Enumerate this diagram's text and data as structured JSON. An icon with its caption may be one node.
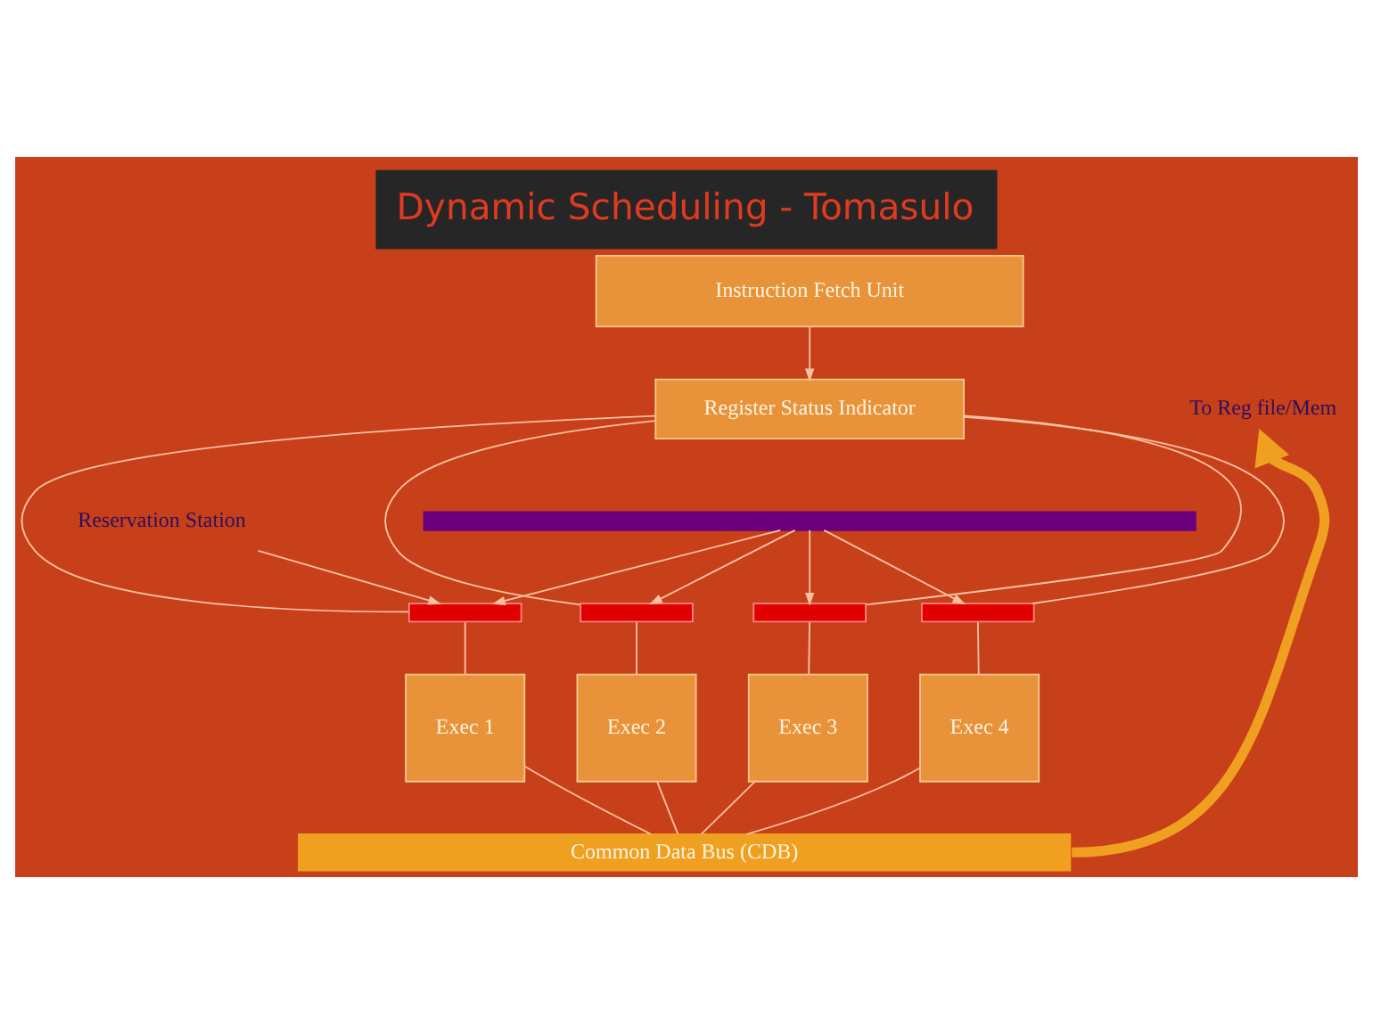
{
  "diagram": {
    "title": "Dynamic Scheduling - Tomasulo",
    "nodes": [
      {
        "text": [
          "Instruction Fetch Unit"
        ]
      },
      {
        "text": [
          "To Reg file/Mem"
        ]
      },
      {
        "text": [
          "Register Status Indicator"
        ]
      },
      {
        "text": [
          "Reservation Station"
        ]
      },
      {
        "text": [],
        "shape": "bar"
      },
      {
        "text": [],
        "shape": "bar"
      },
      {
        "text": [],
        "shape": "bar"
      },
      {
        "text": [],
        "shape": "bar"
      },
      {
        "text": [],
        "shape": "bar"
      },
      {
        "text": [
          "Exec 1"
        ]
      },
      {
        "text": [
          "Exec 2"
        ]
      },
      {
        "text": [
          "Exec 3"
        ]
      },
      {
        "text": [
          "Exec 4"
        ]
      },
      {
        "text": [
          "Common Data Bus (CDB)"
        ]
      }
    ],
    "edges": [
      {
        "from": 0,
        "to": 2,
        "arrow": "to"
      },
      {
        "from": 2,
        "to": 5,
        "arrow": "none"
      },
      {
        "from": 2,
        "to": 6,
        "arrow": "none"
      },
      {
        "from": 2,
        "to": 7,
        "arrow": "none"
      },
      {
        "from": 2,
        "to": 8,
        "arrow": "none"
      },
      {
        "from": 3,
        "to": 5,
        "arrow": "to"
      },
      {
        "from": 4,
        "to": 5,
        "arrow": "to"
      },
      {
        "from": 4,
        "to": 6,
        "arrow": "to"
      },
      {
        "from": 4,
        "to": 7,
        "arrow": "to"
      },
      {
        "from": 4,
        "to": 8,
        "arrow": "to"
      },
      {
        "from": 5,
        "to": 9,
        "arrow": "none"
      },
      {
        "from": 6,
        "to": 10,
        "arrow": "none"
      },
      {
        "from": 7,
        "to": 11,
        "arrow": "none"
      },
      {
        "from": 8,
        "to": 12,
        "arrow": "none"
      },
      {
        "from": 9,
        "to": 13,
        "arrow": "none"
      },
      {
        "from": 10,
        "to": 13,
        "arrow": "none"
      },
      {
        "from": 11,
        "to": 13,
        "arrow": "none"
      },
      {
        "from": 12,
        "to": 13,
        "arrow": "none"
      },
      {
        "from": 13,
        "to": 1,
        "arrow": "to",
        "style": "thick",
        "color": "#f0a020"
      }
    ]
  }
}
